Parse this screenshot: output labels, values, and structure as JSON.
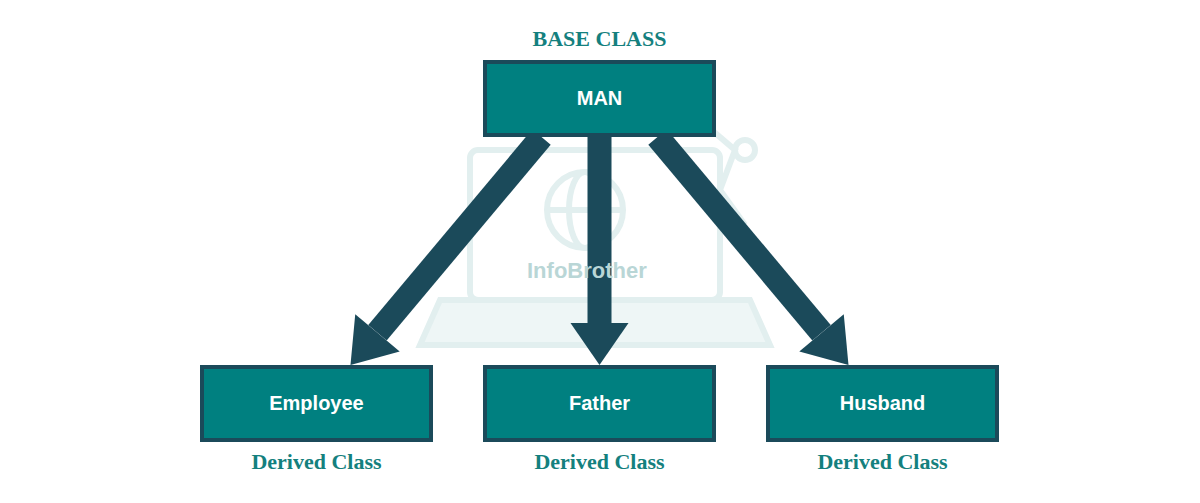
{
  "diagram": {
    "nodes": [
      {
        "text": [
          "BASE CLASS",
          "MAN"
        ]
      },
      {
        "text": [
          "Employee",
          "Derived Class"
        ]
      },
      {
        "text": [
          "Father",
          "Derived Class"
        ]
      },
      {
        "text": [
          "Husband",
          "Derived Class"
        ]
      }
    ],
    "edges": [
      {
        "from": 0,
        "to": 1,
        "arrow": "to"
      },
      {
        "from": 0,
        "to": 2,
        "arrow": "to"
      },
      {
        "from": 0,
        "to": 3,
        "arrow": "to"
      }
    ],
    "labels": [
      "InfoBrother"
    ]
  }
}
